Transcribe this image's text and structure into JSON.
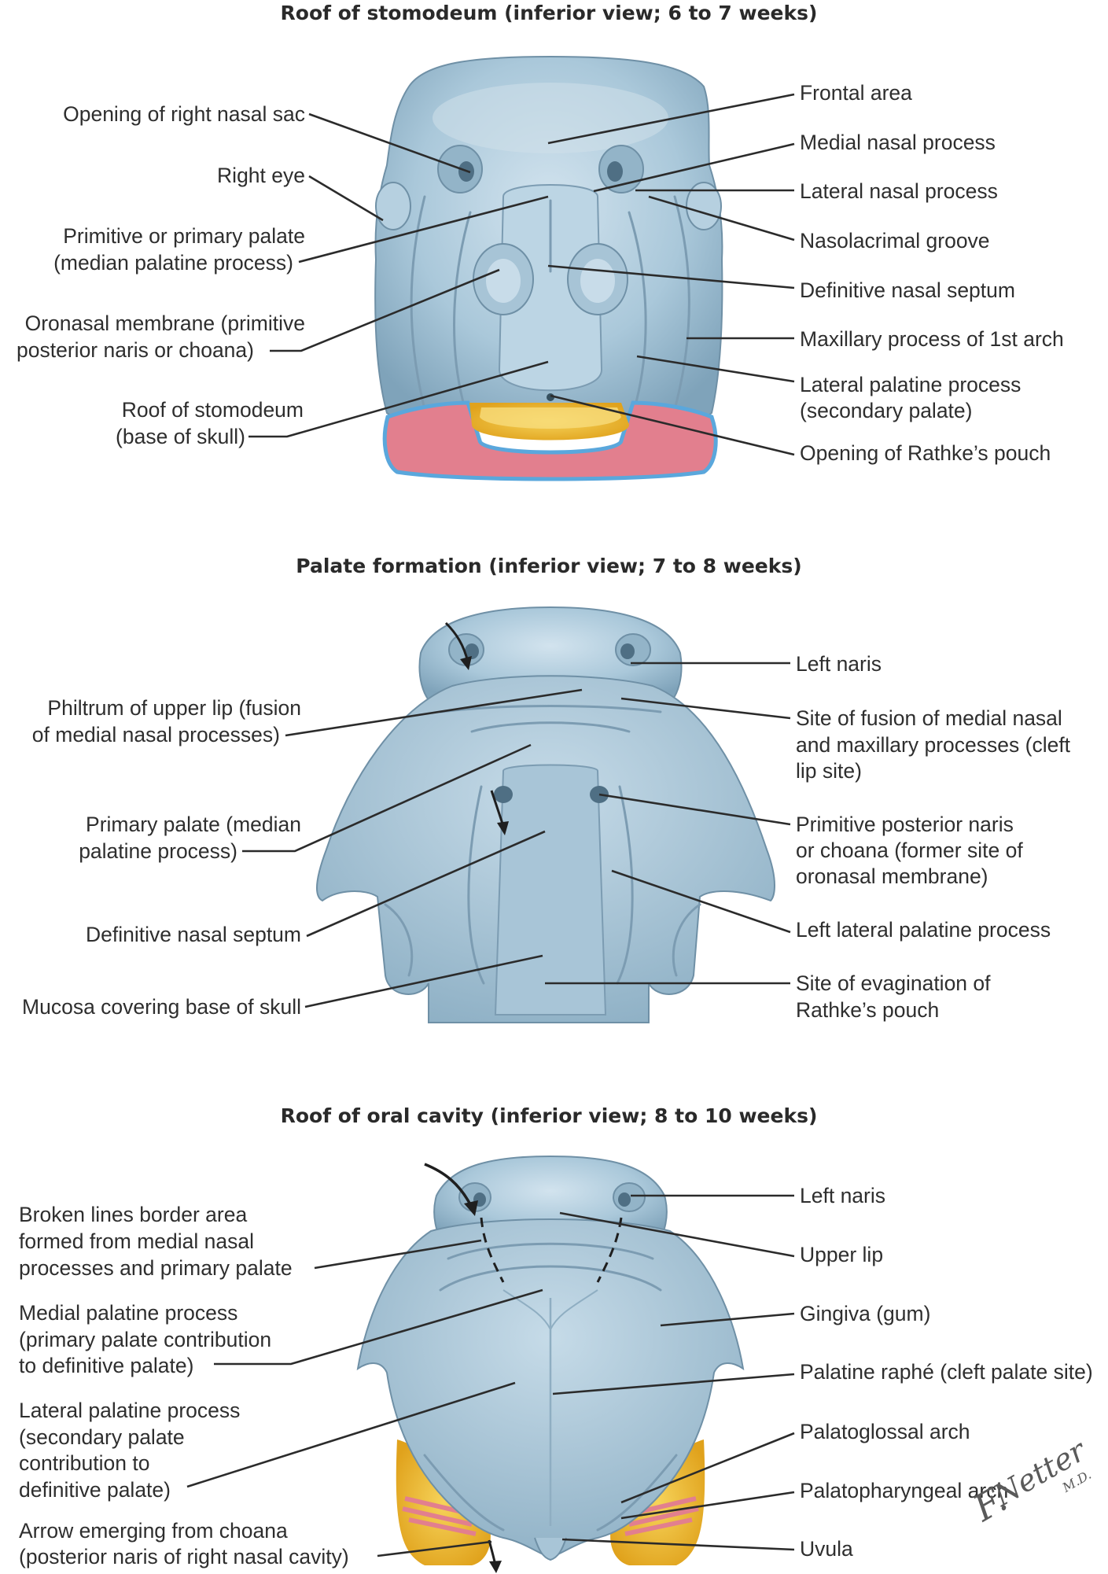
{
  "panel1": {
    "title": "Roof of stomodeum (inferior view; 6 to 7 weeks)",
    "labels_left": [
      {
        "id": "opening-right-nasal-sac",
        "lines": [
          "Opening of right nasal sac"
        ]
      },
      {
        "id": "right-eye",
        "lines": [
          "Right eye"
        ]
      },
      {
        "id": "primitive-palate",
        "lines": [
          "Primitive or primary palate",
          "(median palatine process)"
        ]
      },
      {
        "id": "oronasal-membrane",
        "lines": [
          "Oronasal membrane (primitive",
          "posterior naris or choana)"
        ]
      },
      {
        "id": "roof-of-stomodeum",
        "lines": [
          "Roof of stomodeum",
          "(base of skull)"
        ]
      }
    ],
    "labels_right": [
      {
        "id": "frontal-area",
        "lines": [
          "Frontal area"
        ]
      },
      {
        "id": "medial-nasal-process",
        "lines": [
          "Medial nasal process"
        ]
      },
      {
        "id": "lateral-nasal-process",
        "lines": [
          "Lateral nasal process"
        ]
      },
      {
        "id": "nasolacrimal-groove",
        "lines": [
          "Nasolacrimal groove"
        ]
      },
      {
        "id": "definitive-nasal-septum",
        "lines": [
          "Definitive nasal septum"
        ]
      },
      {
        "id": "maxillary-process",
        "lines": [
          "Maxillary process of 1st arch"
        ]
      },
      {
        "id": "lateral-palatine-process",
        "lines": [
          "Lateral palatine process",
          "(secondary palate)"
        ]
      },
      {
        "id": "opening-rathkes-pouch",
        "lines": [
          "Opening of Rathke’s pouch"
        ]
      }
    ]
  },
  "panel2": {
    "title": "Palate formation (inferior view; 7 to 8 weeks)",
    "labels_left": [
      {
        "id": "philtrum",
        "lines": [
          "Philtrum of upper lip (fusion",
          "of medial nasal processes)"
        ]
      },
      {
        "id": "primary-palate",
        "lines": [
          "Primary palate (median",
          "palatine process)"
        ]
      },
      {
        "id": "definitive-nasal-septum",
        "lines": [
          "Definitive nasal septum"
        ]
      },
      {
        "id": "mucosa-base-of-skull",
        "lines": [
          "Mucosa covering base of skull"
        ]
      }
    ],
    "labels_right": [
      {
        "id": "left-naris",
        "lines": [
          "Left naris"
        ]
      },
      {
        "id": "site-of-fusion",
        "lines": [
          "Site of fusion of medial nasal",
          "and maxillary processes (cleft",
          "lip site)"
        ]
      },
      {
        "id": "primitive-posterior-naris",
        "lines": [
          "Primitive posterior naris",
          "or choana (former site of",
          "oronasal membrane)"
        ]
      },
      {
        "id": "left-lateral-palatine-process",
        "lines": [
          "Left lateral palatine process"
        ]
      },
      {
        "id": "site-of-evagination",
        "lines": [
          "Site of evagination of",
          "Rathke’s pouch"
        ]
      }
    ]
  },
  "panel3": {
    "title": "Roof of oral cavity (inferior view; 8 to 10 weeks)",
    "labels_left": [
      {
        "id": "broken-lines",
        "lines": [
          "Broken lines border area",
          "formed from medial nasal",
          "processes and primary palate"
        ]
      },
      {
        "id": "medial-palatine-process",
        "lines": [
          "Medial palatine process",
          "(primary palate contribution",
          "to definitive palate)"
        ]
      },
      {
        "id": "lateral-palatine-process",
        "lines": [
          "Lateral palatine process",
          "(secondary palate",
          "contribution to",
          "definitive palate)"
        ]
      },
      {
        "id": "arrow-from-choana",
        "lines": [
          "Arrow emerging from choana",
          "(posterior naris of right nasal cavity)"
        ]
      }
    ],
    "labels_right": [
      {
        "id": "left-naris",
        "lines": [
          "Left naris"
        ]
      },
      {
        "id": "upper-lip",
        "lines": [
          "Upper lip"
        ]
      },
      {
        "id": "gingiva",
        "lines": [
          "Gingiva (gum)"
        ]
      },
      {
        "id": "palatine-raphe",
        "lines": [
          "Palatine raphé (cleft palate site)"
        ]
      },
      {
        "id": "palatoglossal-arch",
        "lines": [
          "Palatoglossal arch"
        ]
      },
      {
        "id": "palatopharyngeal-arch",
        "lines": [
          "Palatopharyngeal arch"
        ]
      },
      {
        "id": "uvula",
        "lines": [
          "Uvula"
        ]
      }
    ]
  },
  "signature": {
    "name": "Netter",
    "suffix": "M.D."
  },
  "colors": {
    "tissue": "#a9c8da",
    "tissue_dark": "#6f90a6",
    "cut_edge_red": "#e27f8e",
    "cut_edge_blue": "#5aa7dc",
    "yellow": "#f0b92a",
    "line": "#2b2b2b"
  }
}
